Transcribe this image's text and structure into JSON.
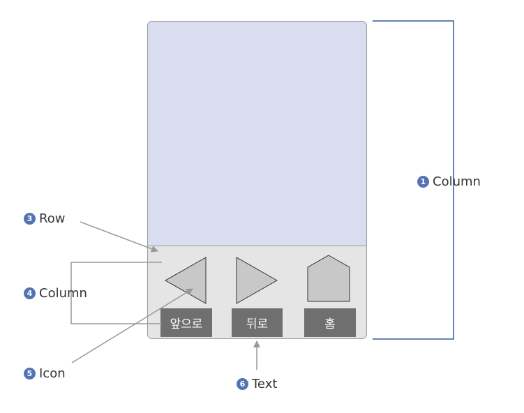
{
  "annotations": [
    {
      "num": "1",
      "label": "Column"
    },
    {
      "num": "3",
      "label": "Row"
    },
    {
      "num": "4",
      "label": "Column"
    },
    {
      "num": "5",
      "label": "Icon"
    },
    {
      "num": "6",
      "label": "Text"
    }
  ],
  "buttons": [
    {
      "label": "앞으로",
      "icon": "triangle-left-icon"
    },
    {
      "label": "뒤로",
      "icon": "triangle-right-icon"
    },
    {
      "label": "홈",
      "icon": "home-icon"
    }
  ],
  "colors": {
    "screen": "#d9ddef",
    "row": "#e5e5e5",
    "label_bg": "#6f6f6f",
    "badge": "#5473b3",
    "bracket": "#2f5a9e",
    "arrow": "#999999"
  }
}
